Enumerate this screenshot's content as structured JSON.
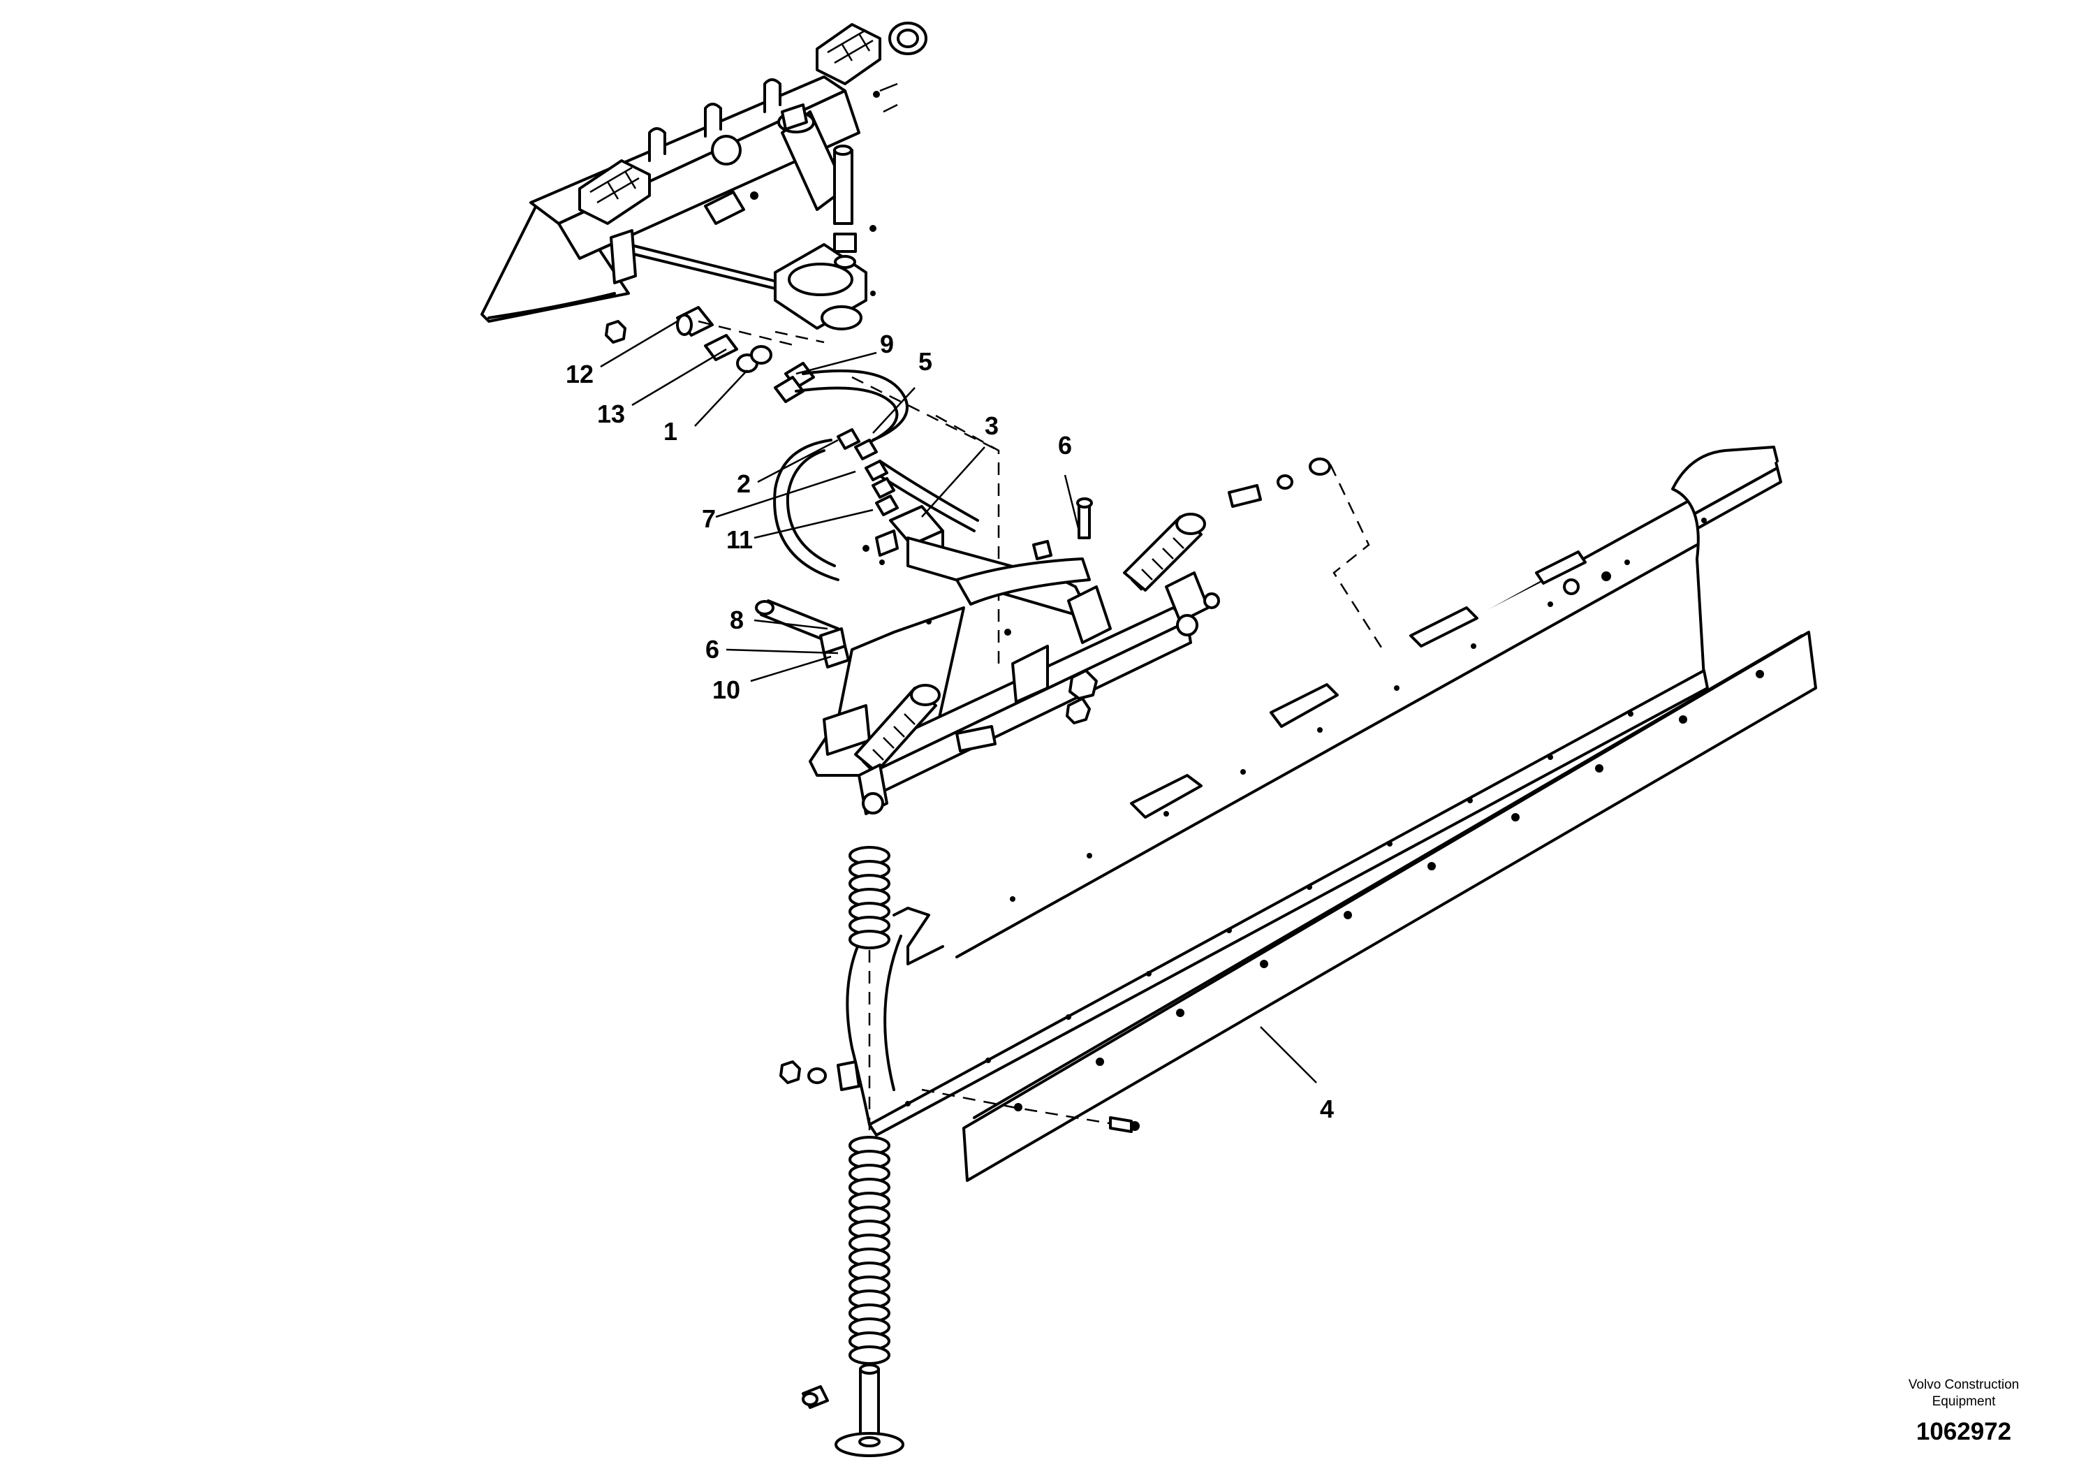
{
  "callouts": {
    "c12": "12",
    "c13": "13",
    "c1": "1",
    "c9": "9",
    "c5": "5",
    "c3": "3",
    "c2": "2",
    "c7": "7",
    "c11": "11",
    "c6a": "6",
    "c8": "8",
    "c6b": "6",
    "c10": "10",
    "c4": "4"
  },
  "footer": {
    "brand_line1": "Volvo Construction",
    "brand_line2": "Equipment",
    "doc_number": "1062972"
  }
}
